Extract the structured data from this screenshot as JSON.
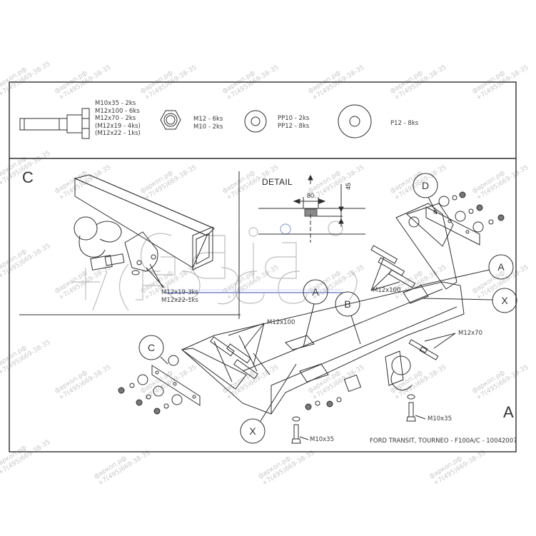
{
  "drawing": {
    "title_block": "FORD TRANSIT, TOURNEO - F100A/C - 10042007",
    "view_letter": "A"
  },
  "parts_panel": {
    "bolts": {
      "icon": "hex-bolt-icon",
      "items": [
        "M10x35 - 2ks",
        "M12x100 - 6ks",
        "M12x70 - 2ks",
        "(M12x19 - 4ks)",
        "(M12x22 - 1ks)"
      ]
    },
    "nuts": {
      "icon": "hex-nut-icon",
      "items": [
        "M12 - 6ks",
        "M10 - 2ks"
      ]
    },
    "spring_washers": {
      "icon": "spring-washer-icon",
      "items": [
        "PP10 - 2ks",
        "PP12 - 8ks"
      ]
    },
    "flat_washers": {
      "icon": "flat-washer-icon",
      "items": [
        "P12 - 8ks"
      ]
    }
  },
  "detail_c": {
    "letter": "C",
    "callouts": [
      "M12x19-3ks",
      "M12x22-1ks"
    ]
  },
  "detail_section": {
    "title": "DETAIL",
    "dim_width": "80",
    "dim_height": "45"
  },
  "callouts": {
    "D": "D",
    "A_right": "A",
    "A_center": "A",
    "B": "B",
    "C": "C",
    "X_right": "X",
    "X_bottom": "X",
    "m12x100_right": "M12x100",
    "m12x100_left": "M12x100",
    "m12x70": "M12x70",
    "m10x35_right": "M10x35",
    "m10x35_bottom": "M10x35"
  },
  "watermark": {
    "line1": "фаркоп.рф",
    "line2": "+7(495)669-38-35",
    "brand": "GALIA"
  },
  "colors": {
    "line": "#2e2e2e",
    "watermark": "#c8c8c8",
    "accent_blue": "#9aa6d8"
  }
}
